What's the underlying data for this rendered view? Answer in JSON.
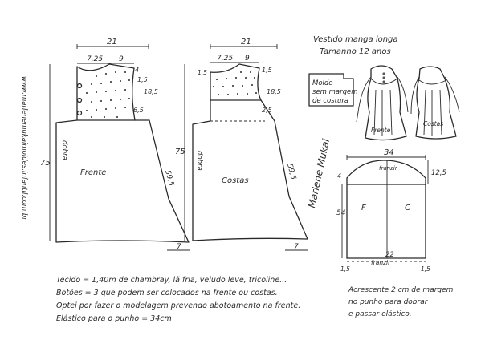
{
  "website": "www.marlenemukaimoldes.infantil.com.br",
  "title": {
    "line1": "Vestido manga longa",
    "line2": "Tamanho 12 anos"
  },
  "note_box": {
    "line1": "Molde",
    "line2": "sem margem",
    "line3": "de costura"
  },
  "front": {
    "label": "Frente",
    "fold": "dobra",
    "width": "21",
    "neck": "7,25",
    "shoulder": "9",
    "armhole_depth": "4",
    "shoulder_drop": "1,5",
    "yoke_height": "18,5",
    "lower_drop": "6,5",
    "height": "75",
    "side": "59,5",
    "hem": "7"
  },
  "back": {
    "label": "Costas",
    "fold": "dobra",
    "width": "21",
    "neck": "7,25",
    "shoulder": "9",
    "neck_drop": "1,5",
    "shoulder_drop": "1,5",
    "yoke_height": "18,5",
    "lower_drop": "2,5",
    "height": "75",
    "side": "59,5",
    "hem": "7"
  },
  "sleeve": {
    "width": "34",
    "cap_top": "franzir",
    "cap_height": "12,5",
    "cap_side": "4",
    "length": "54",
    "hem_width": "22",
    "cuff_gather": "franzir",
    "front_label": "F",
    "back_label": "C",
    "cuff_height": "1,5"
  },
  "sketch": {
    "front_label": "Frente",
    "back_label": "Costas"
  },
  "signature": "Marlene Mukai",
  "notes": [
    "Tecido = 1,40m de chambray, lã fria, veludo leve, tricoline...",
    "Botões = 3 que podem ser colocados na frente ou costas.",
    "Optei por fazer o modelagem prevendo abotoamento na frente.",
    "Elástico para o punho = 34cm"
  ],
  "sleeve_note": [
    "Acrescente 2 cm de margem",
    "no punho para dobrar",
    "e passar elástico."
  ]
}
